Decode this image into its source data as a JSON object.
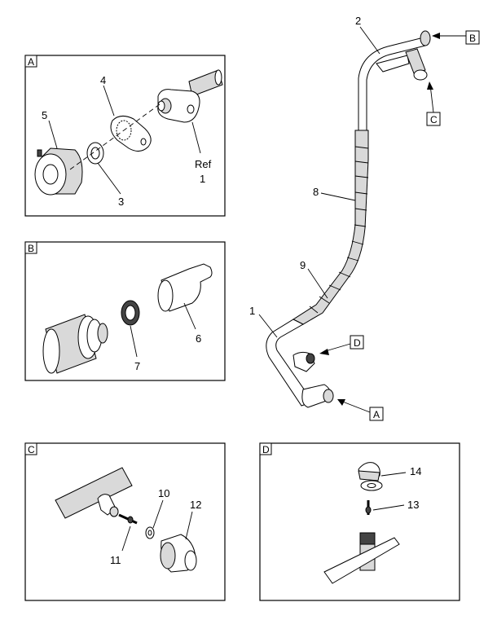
{
  "panels": {
    "a": {
      "tag": "A",
      "labels": {
        "p4": "4",
        "p5": "5",
        "p3": "3",
        "ref": "Ref",
        "ref_num": "1"
      }
    },
    "b": {
      "tag": "B",
      "labels": {
        "p6": "6",
        "p7": "7"
      }
    },
    "c": {
      "tag": "C",
      "labels": {
        "p10": "10",
        "p11": "11",
        "p12": "12"
      }
    },
    "d": {
      "tag": "D",
      "labels": {
        "p14": "14",
        "p13": "13"
      }
    }
  },
  "main": {
    "labels": {
      "p2": "2",
      "p8": "8",
      "p9": "9",
      "p1": "1"
    },
    "callouts": {
      "b": "B",
      "c": "C",
      "d": "D",
      "a": "A"
    }
  }
}
